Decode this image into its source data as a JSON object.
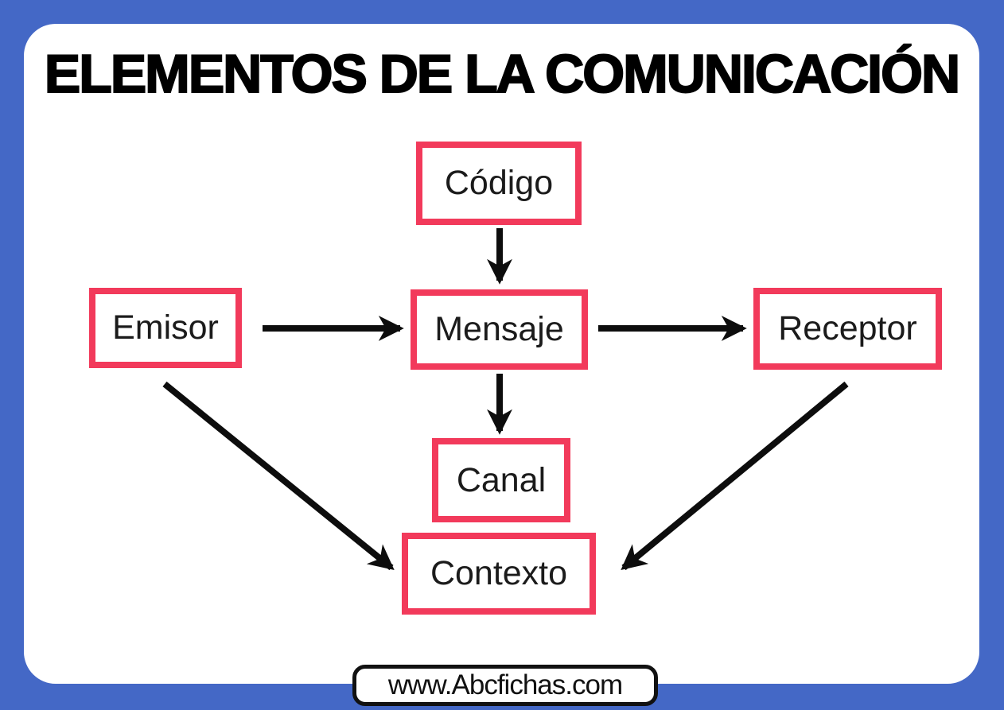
{
  "page": {
    "title": "ELEMENTOS DE LA COMUNICACIÓN",
    "watermark": "www.Abcfichas.com"
  },
  "colors": {
    "frame_blue": "#4468C6",
    "box_border_pink": "#F23A5B",
    "arrow_black": "#0d0d0d",
    "card_white": "#ffffff",
    "text_black": "#1b1b1b"
  },
  "diagram": {
    "type": "flowchart",
    "nodes": [
      {
        "id": "codigo",
        "label": "Código"
      },
      {
        "id": "emisor",
        "label": "Emisor"
      },
      {
        "id": "mensaje",
        "label": "Mensaje"
      },
      {
        "id": "receptor",
        "label": "Receptor"
      },
      {
        "id": "canal",
        "label": "Canal"
      },
      {
        "id": "contexto",
        "label": "Contexto"
      }
    ],
    "edges": [
      {
        "from": "codigo",
        "to": "mensaje"
      },
      {
        "from": "emisor",
        "to": "mensaje"
      },
      {
        "from": "mensaje",
        "to": "receptor"
      },
      {
        "from": "mensaje",
        "to": "canal"
      },
      {
        "from": "emisor",
        "to": "contexto"
      },
      {
        "from": "receptor",
        "to": "contexto"
      }
    ]
  }
}
